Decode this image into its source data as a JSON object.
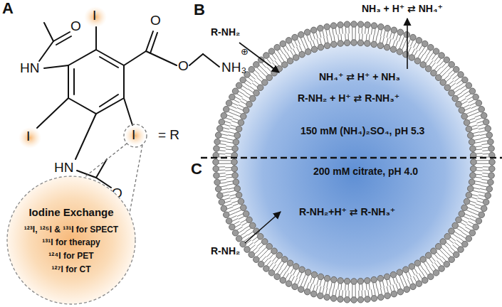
{
  "diagram": {
    "nodes": [
      {
        "text": [
          "Iodine Exchange",
          "¹²³I, ¹²⁵I & ¹³¹I for SPECT",
          "¹³¹I for therapy",
          "¹²⁴I for PET",
          "¹²⁷I for CT"
        ]
      },
      {
        "text": [
          "NH₄⁺ ⇄ H⁺ + NH₃",
          "R-NH₂ + H⁺ ⇄ R-NH₃⁺",
          "150 mM (NH₄)₂SO₄, pH 5.3",
          "200 mM citrate, pH 4.0",
          "R-NH₂+H⁺ ⇄ R-NH₃⁺"
        ]
      }
    ],
    "labels": [
      "A",
      "HN",
      "O",
      "I",
      "O",
      "O",
      "NH₃",
      "⊕",
      "= R",
      "I",
      "I",
      "HN",
      "O",
      "B",
      "NH₃ + H⁺ ⇄ NH₄⁺",
      "R-NH₂",
      "C",
      "R-NH₂"
    ]
  }
}
